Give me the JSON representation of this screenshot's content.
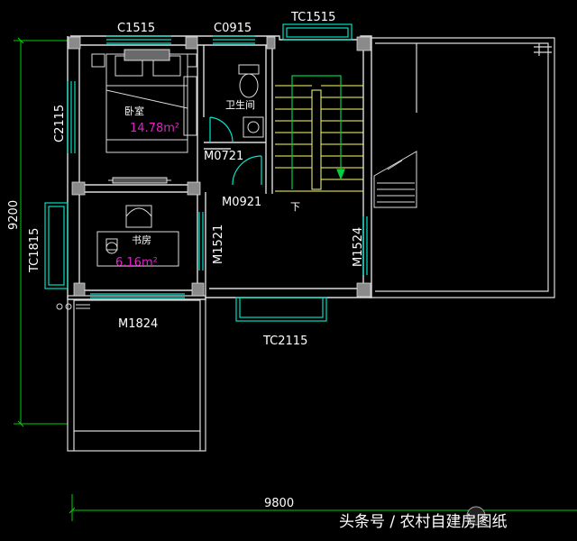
{
  "windows": {
    "c1515": "C1515",
    "c0915": "C0915",
    "tc1515": "TC1515",
    "c2115": "C2115",
    "tc1815": "TC1815",
    "tc2115": "TC2115"
  },
  "doors": {
    "m0721": "M0721",
    "m0921": "M0921",
    "m1521": "M1521",
    "m1524": "M1524",
    "m1824": "M1824"
  },
  "rooms": {
    "bedroom": {
      "name": "卧室",
      "area": "14.78m²"
    },
    "bathroom": {
      "name": "卫生间"
    },
    "study": {
      "name": "书房",
      "area": "6.16m²"
    }
  },
  "stairs": {
    "down_label": "下"
  },
  "dimensions": {
    "vertical": "9200",
    "horizontal": "9800"
  },
  "watermark": {
    "text": "头条号 / 农村自建房图纸"
  },
  "colors": {
    "walls": "#dcdcdc",
    "windows": "#00e0c0",
    "doors": "#00e8d0",
    "stairs": "#ffff60",
    "dim_lines": "#00e000",
    "area_text": "#e020c8"
  }
}
